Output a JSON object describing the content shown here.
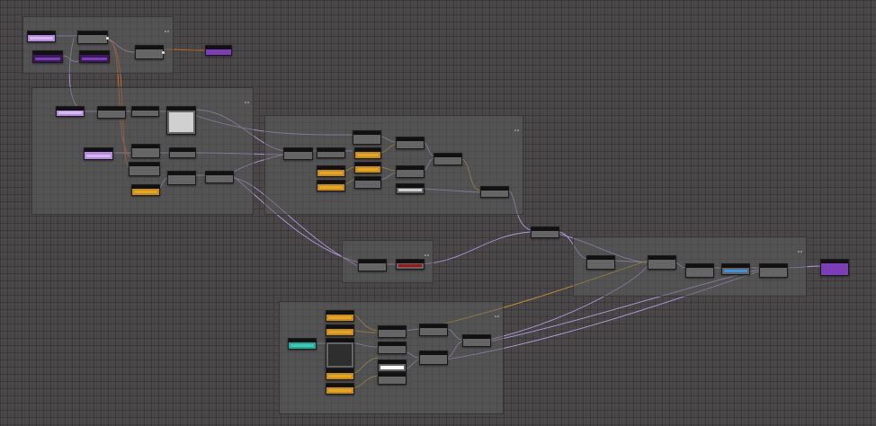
{
  "canvas": {
    "background": "#4a4749"
  },
  "frames": [
    {
      "id": "f1",
      "title": ""
    },
    {
      "id": "f2",
      "title": ""
    },
    {
      "id": "f3",
      "title": ""
    },
    {
      "id": "f4",
      "title": ""
    },
    {
      "id": "f5",
      "title": ""
    },
    {
      "id": "f6",
      "title": ""
    }
  ],
  "nodes": [],
  "colors": {
    "purple_wire": "#b29ad6",
    "orange_wire": "#d2691e",
    "amber_wire": "#c99a2e",
    "node_header": "#111111",
    "node_body": "#656565",
    "purple_node": "#b58ae0",
    "dark_purple_node": "#3a1a5c",
    "orange_node": "#c98e1a",
    "teal_node": "#25a898",
    "red_value": "#a01414",
    "blue_value": "#3a92e0"
  }
}
